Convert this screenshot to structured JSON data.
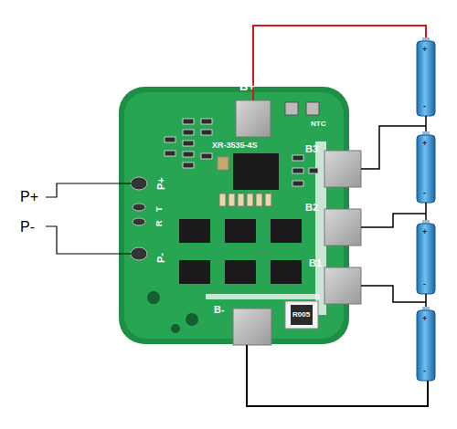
{
  "diagram": {
    "labels": [
      "B+",
      "XR-3535-4S",
      "NTC",
      "B3",
      "P+",
      "P+",
      "B2",
      "P-",
      "T",
      "R",
      "P-",
      "B1",
      "R005",
      "B-",
      "+",
      "-",
      "+",
      "-",
      "+",
      "-",
      "+",
      "-"
    ]
  }
}
